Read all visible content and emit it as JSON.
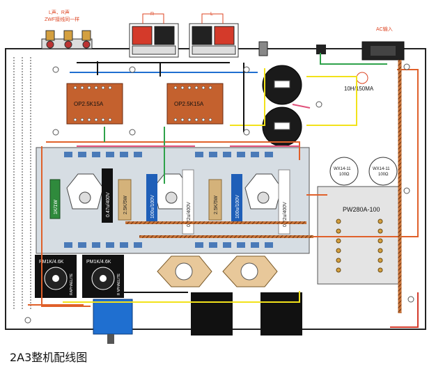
{
  "caption": "2A3整机配线图",
  "top_labels": {
    "input_note_1": "L声、R声",
    "input_note_2": "ZWF接线同一样",
    "speaker_left": "R",
    "speaker_right": "L",
    "ac_input": "AC输入"
  },
  "components": {
    "choke": "10H/150MA",
    "transformer_left": "OP2.5K15A",
    "transformer_right": "OP2.5K15A",
    "power_transformer": "PW280A-100",
    "pot_left": "WX14-11",
    "pot_left_value": "100Ω",
    "pot_right": "WX14-11",
    "pot_right_value": "100Ω",
    "res_green": "1K/1W",
    "cap_black": "0.47u/400V",
    "res_beige_1": "2.5K/5W",
    "cap_blue_1": "100u/100V",
    "cap_white_1": "0.22u/400V",
    "res_beige_2": "2.5K/5W",
    "cap_blue_2": "100u/100V",
    "cap_white_2": "0.22u/400V",
    "socket_left_label": "PM1K/4.6K",
    "socket_right_label": "PM1K/4.6K",
    "brand_left": "RAPHAELITE",
    "brand_right": "RAPHAELITE"
  },
  "colors": {
    "chassis_border": "#222222",
    "board": "#d6dde3",
    "transformer": "#c4612e",
    "wire_orange": "#e0602a",
    "wire_blue": "#1f6fd0",
    "wire_yellow": "#f2e21a",
    "wire_green": "#2ea24a",
    "wire_black": "#111111",
    "wire_pink": "#e0507a",
    "cap_blue": "#1f5fb8",
    "res_green": "#2f8a3c",
    "res_beige": "#d4b27a"
  }
}
